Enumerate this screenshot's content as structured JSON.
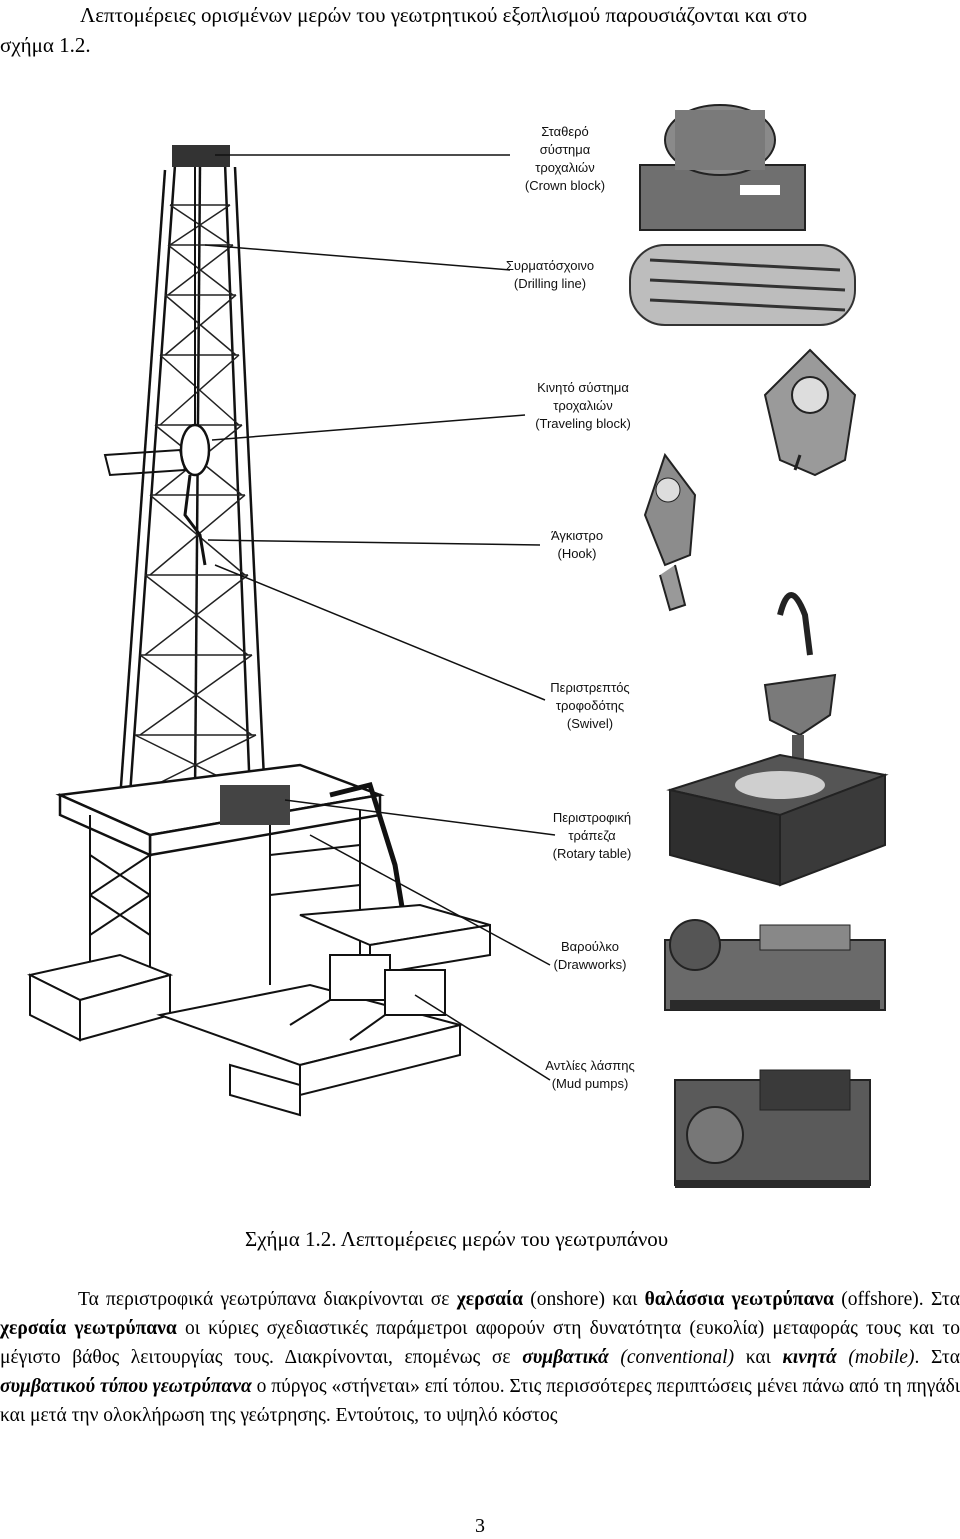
{
  "intro": {
    "line1": "Λεπτομέρειες ορισμένων μερών του γεωτρητικού εξοπλισμού παρουσιάζονται και στο",
    "line2": "σχήμα 1.2."
  },
  "figure": {
    "labels": [
      {
        "gr": [
          "Σταθερό",
          "σύστημα",
          "τροχαλιών"
        ],
        "en": "(Crown block)"
      },
      {
        "gr": [
          "Συρματόσχοινο"
        ],
        "en": "(Drilling line)"
      },
      {
        "gr": [
          "Κινητό σύστημα",
          "τροχαλιών"
        ],
        "en": "(Traveling block)"
      },
      {
        "gr": [
          "Άγκιστρο"
        ],
        "en": "(Hook)"
      },
      {
        "gr": [
          "Περιστρεπτός",
          "τροφοδότης"
        ],
        "en": "(Swivel)"
      },
      {
        "gr": [
          "Περιστροφική",
          "τράπεζα"
        ],
        "en": "(Rotary table)"
      },
      {
        "gr": [
          "Βαρούλκο"
        ],
        "en": "(Drawworks)"
      },
      {
        "gr": [
          "Αντλίες λάσπης"
        ],
        "en": "(Mud pumps)"
      }
    ],
    "caption": "Σχήμα 1.2. Λεπτομέρειες μερών του γεωτρυπάνου"
  },
  "paragraph": {
    "s1a": "Τα περιστροφικά γεωτρύπανα διακρίνονται σε ",
    "s1b": "χερσαία",
    "s1c": " (onshore) και ",
    "s1d": "θαλάσσια γεωτρύπανα",
    "s1e": " (offshore). Στα ",
    "s1f": "χερσαία γεωτρύπανα",
    "s1g": " οι κύριες σχεδιαστικές παράμετροι αφορούν στη δυνατότητα (ευκολία) μεταφοράς τους και το μέγιστο βάθος λειτουργίας τους. Διακρίνονται, επομένως σε ",
    "s1h": "συμβατικά",
    "s1i": " (conventional)",
    "s1j": " και ",
    "s1k": "κινητά",
    "s1l": " (mobile)",
    "s1m": ". Στα ",
    "s1n": "συμβατικού τύπου γεωτρύπανα",
    "s1o": " ο πύργος «στήνεται» επί τόπου. Στις περισσότερες περιπτώσεις μένει πάνω από τη πηγάδι και μετά την ολοκλήρωση της γεώτρησης. Εντούτοις, το υψηλό κόστος"
  },
  "page_number": "3"
}
